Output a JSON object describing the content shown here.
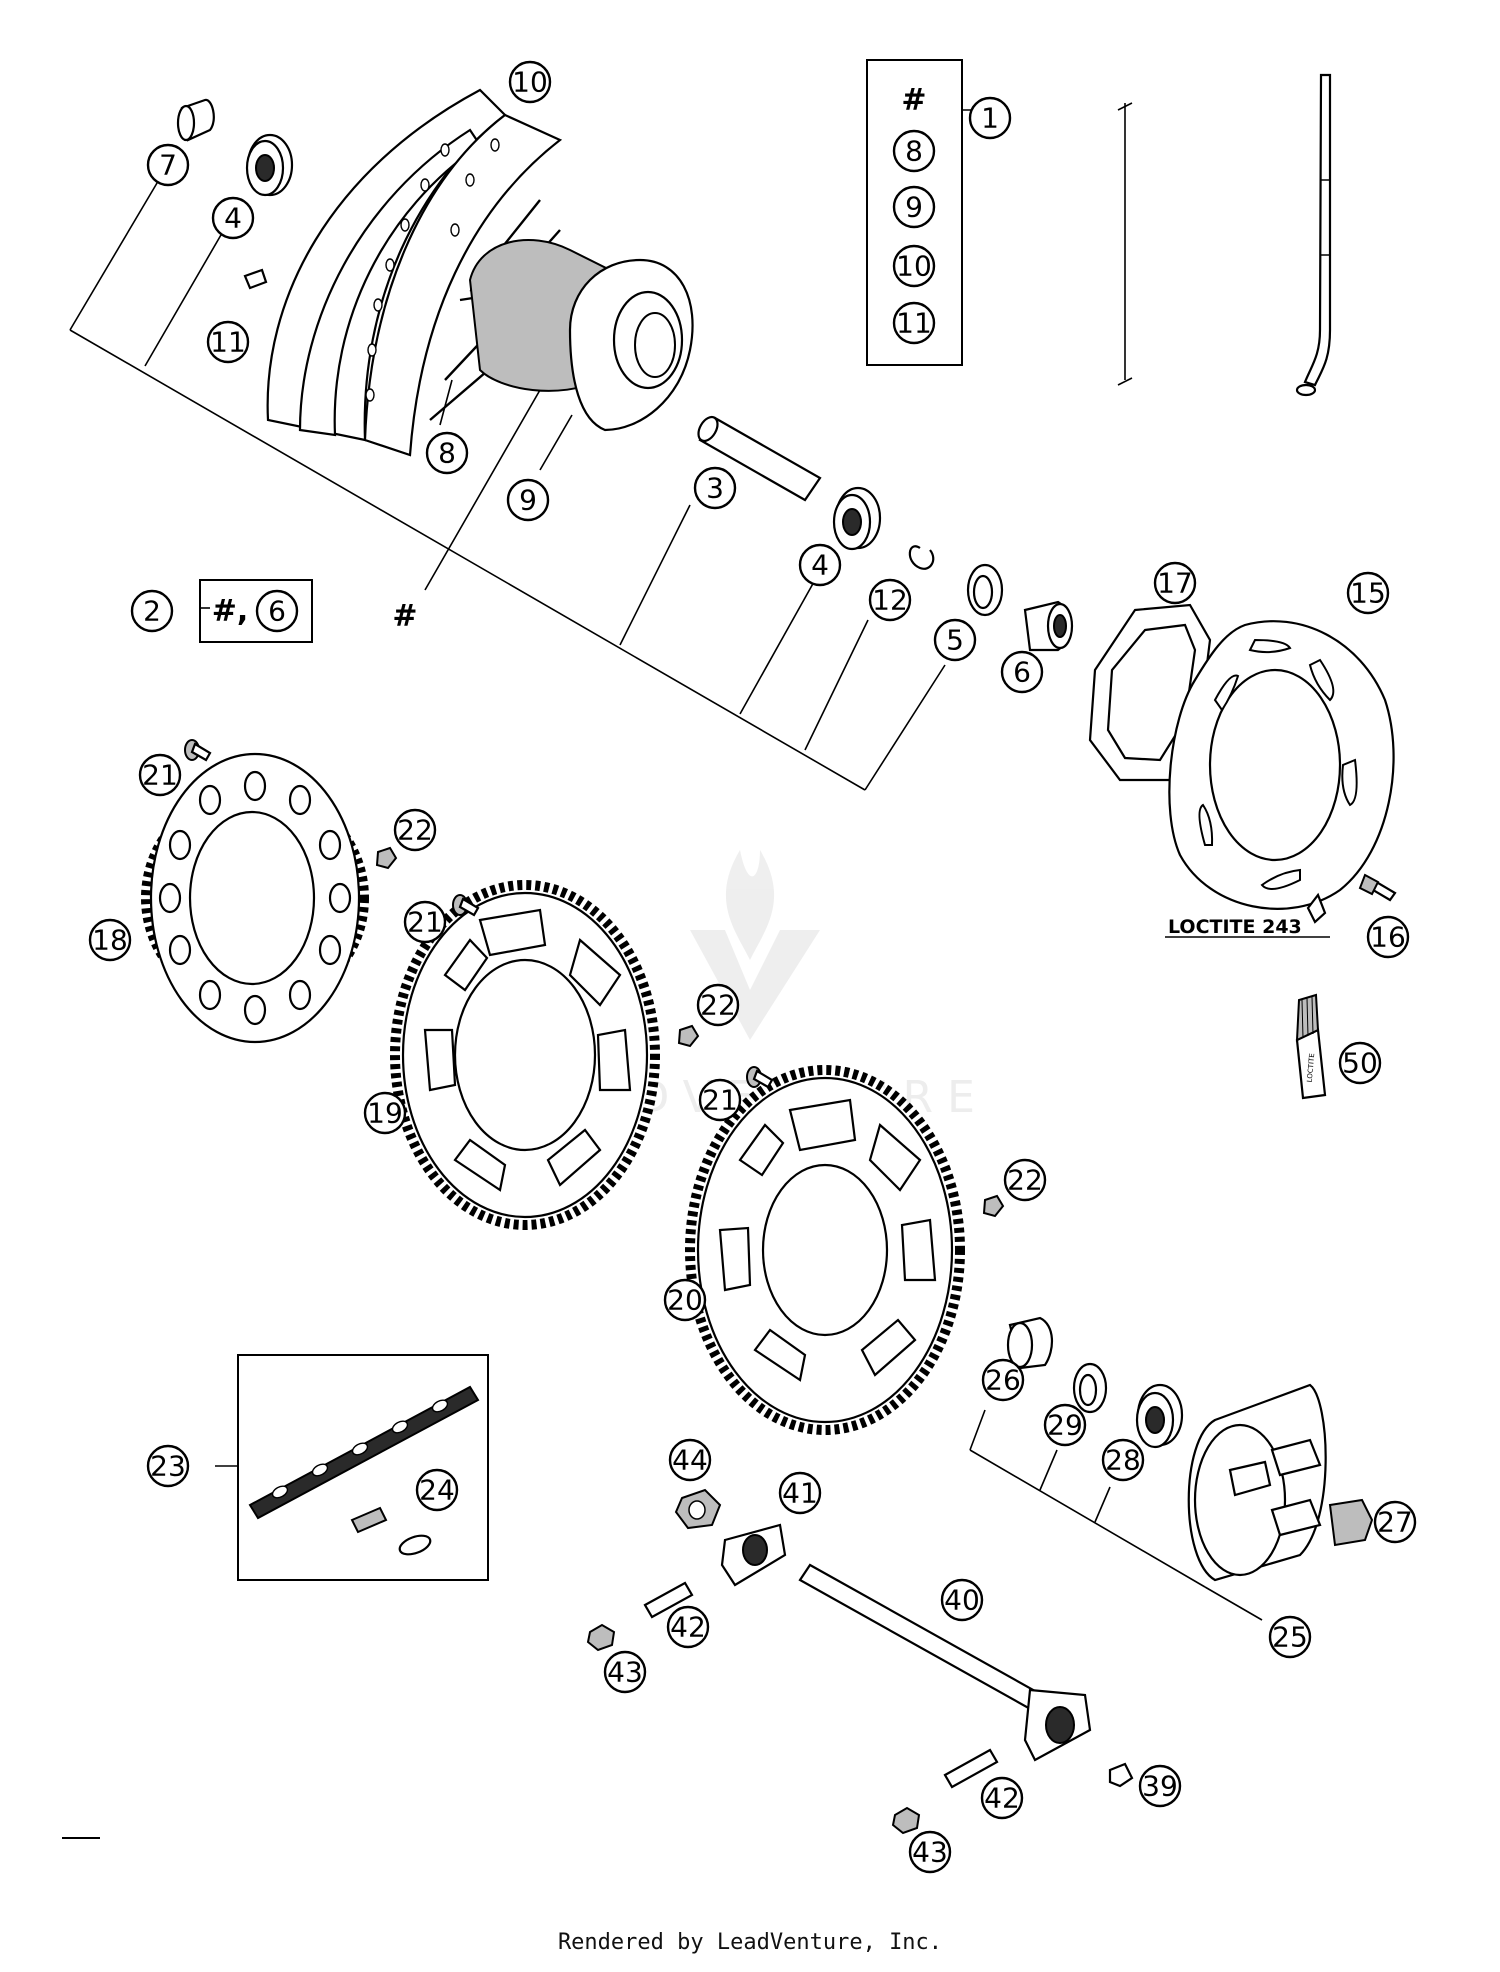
{
  "diagram": {
    "callouts": [
      {
        "label": "1"
      },
      {
        "label": "2"
      },
      {
        "label": "3"
      },
      {
        "label": "4"
      },
      {
        "label": "4"
      },
      {
        "label": "5"
      },
      {
        "label": "6"
      },
      {
        "label": "6"
      },
      {
        "label": "7"
      },
      {
        "label": "8"
      },
      {
        "label": "8"
      },
      {
        "label": "9"
      },
      {
        "label": "9"
      },
      {
        "label": "10"
      },
      {
        "label": "10"
      },
      {
        "label": "11"
      },
      {
        "label": "11"
      },
      {
        "label": "12"
      },
      {
        "label": "15"
      },
      {
        "label": "16"
      },
      {
        "label": "17"
      },
      {
        "label": "18"
      },
      {
        "label": "19"
      },
      {
        "label": "20"
      },
      {
        "label": "21"
      },
      {
        "label": "21"
      },
      {
        "label": "21"
      },
      {
        "label": "22"
      },
      {
        "label": "22"
      },
      {
        "label": "22"
      },
      {
        "label": "23"
      },
      {
        "label": "24"
      },
      {
        "label": "25"
      },
      {
        "label": "26"
      },
      {
        "label": "27"
      },
      {
        "label": "28"
      },
      {
        "label": "29"
      },
      {
        "label": "39"
      },
      {
        "label": "40"
      },
      {
        "label": "41"
      },
      {
        "label": "42"
      },
      {
        "label": "42"
      },
      {
        "label": "43"
      },
      {
        "label": "43"
      },
      {
        "label": "44"
      },
      {
        "label": "50"
      }
    ],
    "hash_symbol": "#",
    "kit_2_text": "#,",
    "loctite_label": "LOCTITE 243",
    "loctite_tube_text": "LOCTITE",
    "watermark_text": "LEADVENTURE"
  },
  "footer": {
    "text": "Rendered by LeadVenture, Inc."
  }
}
